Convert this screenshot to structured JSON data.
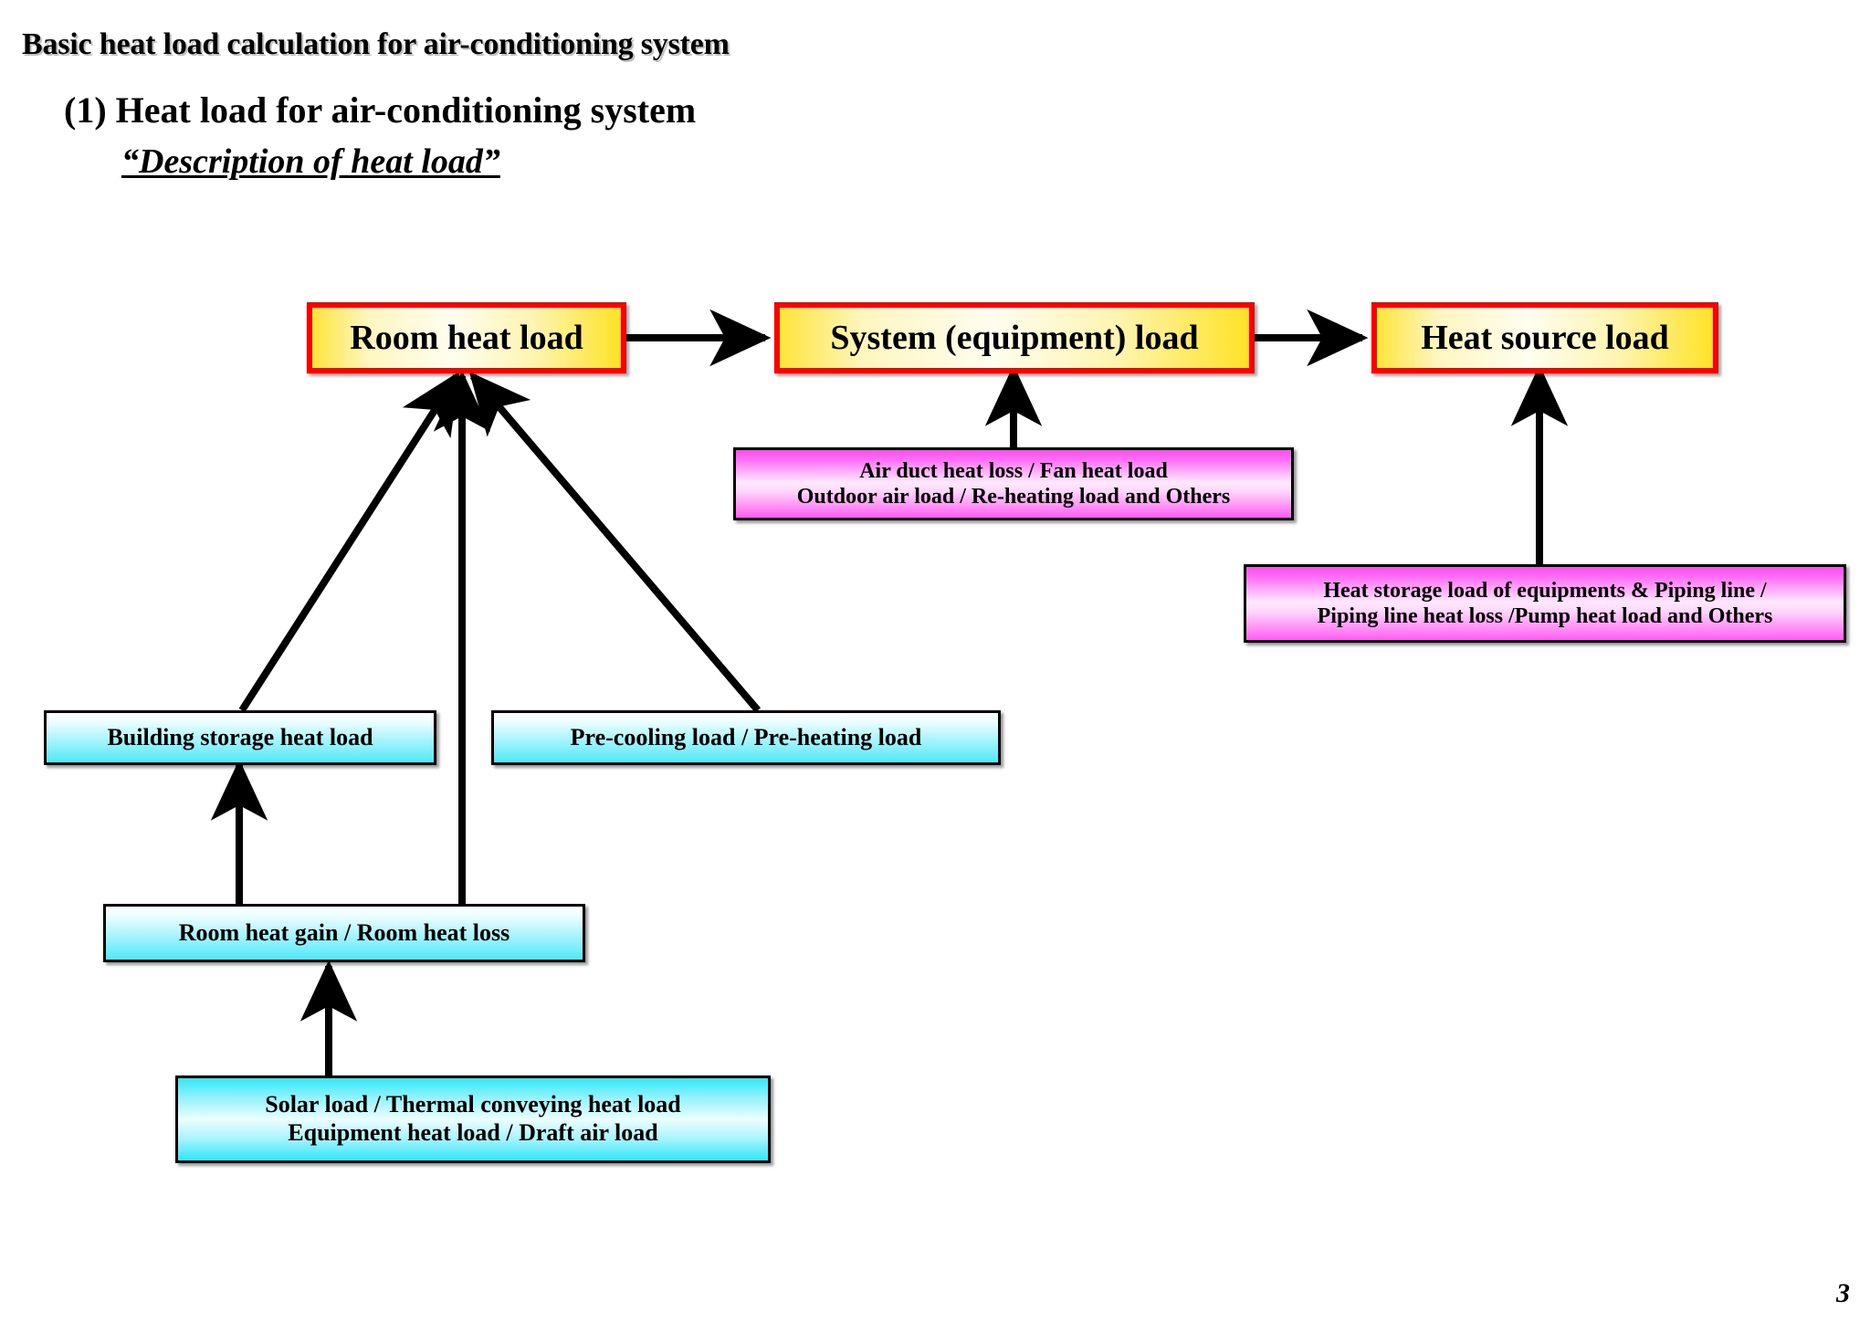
{
  "slide": {
    "title": "Basic heat load calculation for air-conditioning system",
    "section": "(1) Heat load for air-conditioning system",
    "subtitle": "“Description of heat load”",
    "page_number": "3"
  },
  "colors": {
    "top_level_border": "#ff0000",
    "top_level_fill": "#ffe226",
    "system_fill": "#ff4cf2",
    "source_fill": "#4fe9f7",
    "box_border": "#000000",
    "arrow": "#000000",
    "background": "#ffffff"
  },
  "diagram": {
    "type": "flow-diagram",
    "nodes": [
      {
        "id": "room-heat-load",
        "category": "top-level",
        "lines": [
          "Room heat load"
        ]
      },
      {
        "id": "system-equipment-load",
        "category": "top-level",
        "lines": [
          "System (equipment) load"
        ]
      },
      {
        "id": "heat-source-load",
        "category": "top-level",
        "lines": [
          "Heat source load"
        ]
      },
      {
        "id": "system-components",
        "category": "system",
        "lines": [
          "Air duct heat loss / Fan heat load",
          "Outdoor air load / Re-heating load and Others"
        ]
      },
      {
        "id": "source-components",
        "category": "system",
        "lines": [
          "Heat storage load of equipments & Piping line /",
          "Piping line heat loss /Pump heat load and Others"
        ]
      },
      {
        "id": "building-storage-heat-load",
        "category": "room",
        "lines": [
          "Building storage heat load"
        ]
      },
      {
        "id": "pre-cooling-pre-heating-load",
        "category": "room",
        "lines": [
          "Pre-cooling load / Pre-heating load"
        ]
      },
      {
        "id": "room-heat-gain-loss",
        "category": "room",
        "lines": [
          "Room heat gain / Room heat loss"
        ]
      },
      {
        "id": "solar-equipment-loads",
        "category": "room",
        "lines": [
          "Solar load / Thermal conveying heat load",
          "Equipment heat load / Draft air load"
        ]
      }
    ],
    "edges": [
      {
        "from": "room-heat-load",
        "to": "system-equipment-load",
        "direction": "right"
      },
      {
        "from": "system-equipment-load",
        "to": "heat-source-load",
        "direction": "right"
      },
      {
        "from": "system-components",
        "to": "system-equipment-load",
        "direction": "up"
      },
      {
        "from": "source-components",
        "to": "heat-source-load",
        "direction": "up"
      },
      {
        "from": "building-storage-heat-load",
        "to": "room-heat-load",
        "direction": "up-right"
      },
      {
        "from": "pre-cooling-pre-heating-load",
        "to": "room-heat-load",
        "direction": "up-left"
      },
      {
        "from": "room-heat-gain-loss",
        "to": "room-heat-load",
        "direction": "up"
      },
      {
        "from": "room-heat-gain-loss",
        "to": "building-storage-heat-load",
        "direction": "up"
      },
      {
        "from": "solar-equipment-loads",
        "to": "room-heat-gain-loss",
        "direction": "up"
      }
    ]
  }
}
